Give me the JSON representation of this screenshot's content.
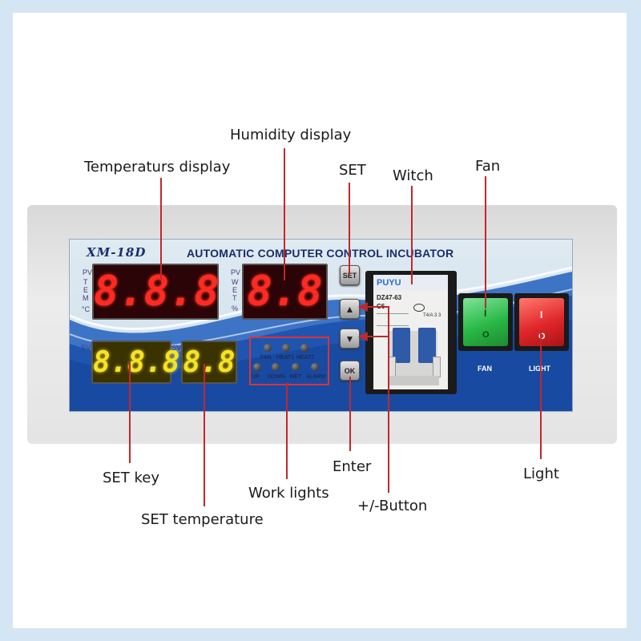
{
  "callouts": {
    "humidity": "Humidity display",
    "temperature": "Temperaturs display",
    "set": "SET",
    "witch": "Witch",
    "fan": "Fan",
    "set_key": "SET key",
    "work_lights": "Work lights",
    "set_temperature": "SET temperature",
    "enter": "Enter",
    "plus_minus": "+/-Button",
    "light": "Light"
  },
  "panel": {
    "brand": "XM-18D",
    "title": "AUTOMATIC COMPUTER CONTROL INCUBATOR",
    "tem_pv": "PV",
    "tem_letters": [
      "T",
      "E",
      "M"
    ],
    "tem_unit": "°C",
    "wet_pv": "PV",
    "wet_letters": [
      "W",
      "E",
      "T"
    ],
    "wet_unit": "%",
    "sv_left": "SV",
    "sv_right": "SV"
  },
  "displays": {
    "temp_pv": "8.8.8",
    "humidity_pv": "8.8",
    "temp_sv": "8.8.8",
    "humidity_sv": "8.8"
  },
  "work_lights": {
    "top": [
      "FAN",
      "HEAT1",
      "HEAT2"
    ],
    "bottom": [
      "UP",
      "DOWN",
      "WET",
      "ALARM"
    ]
  },
  "keys": {
    "set": "SET",
    "up": "▲",
    "down": "▼",
    "ok": "OK"
  },
  "breaker": {
    "brand": "PUYU",
    "model": "DZ47-63",
    "rating": "C6",
    "spec_code": "T4/A 3 3"
  },
  "switches": {
    "fan_label": "FAN",
    "light_label": "LIGHT",
    "on_symbol": "I",
    "off_symbol": "O"
  },
  "colors": {
    "annotation_red": "#c0282c",
    "panel_blue": "#1f4fa8",
    "led_red": "#ff2a22",
    "led_yellow": "#f4e22a",
    "fan_switch": "#2fc04a",
    "light_switch": "#e0262a"
  }
}
